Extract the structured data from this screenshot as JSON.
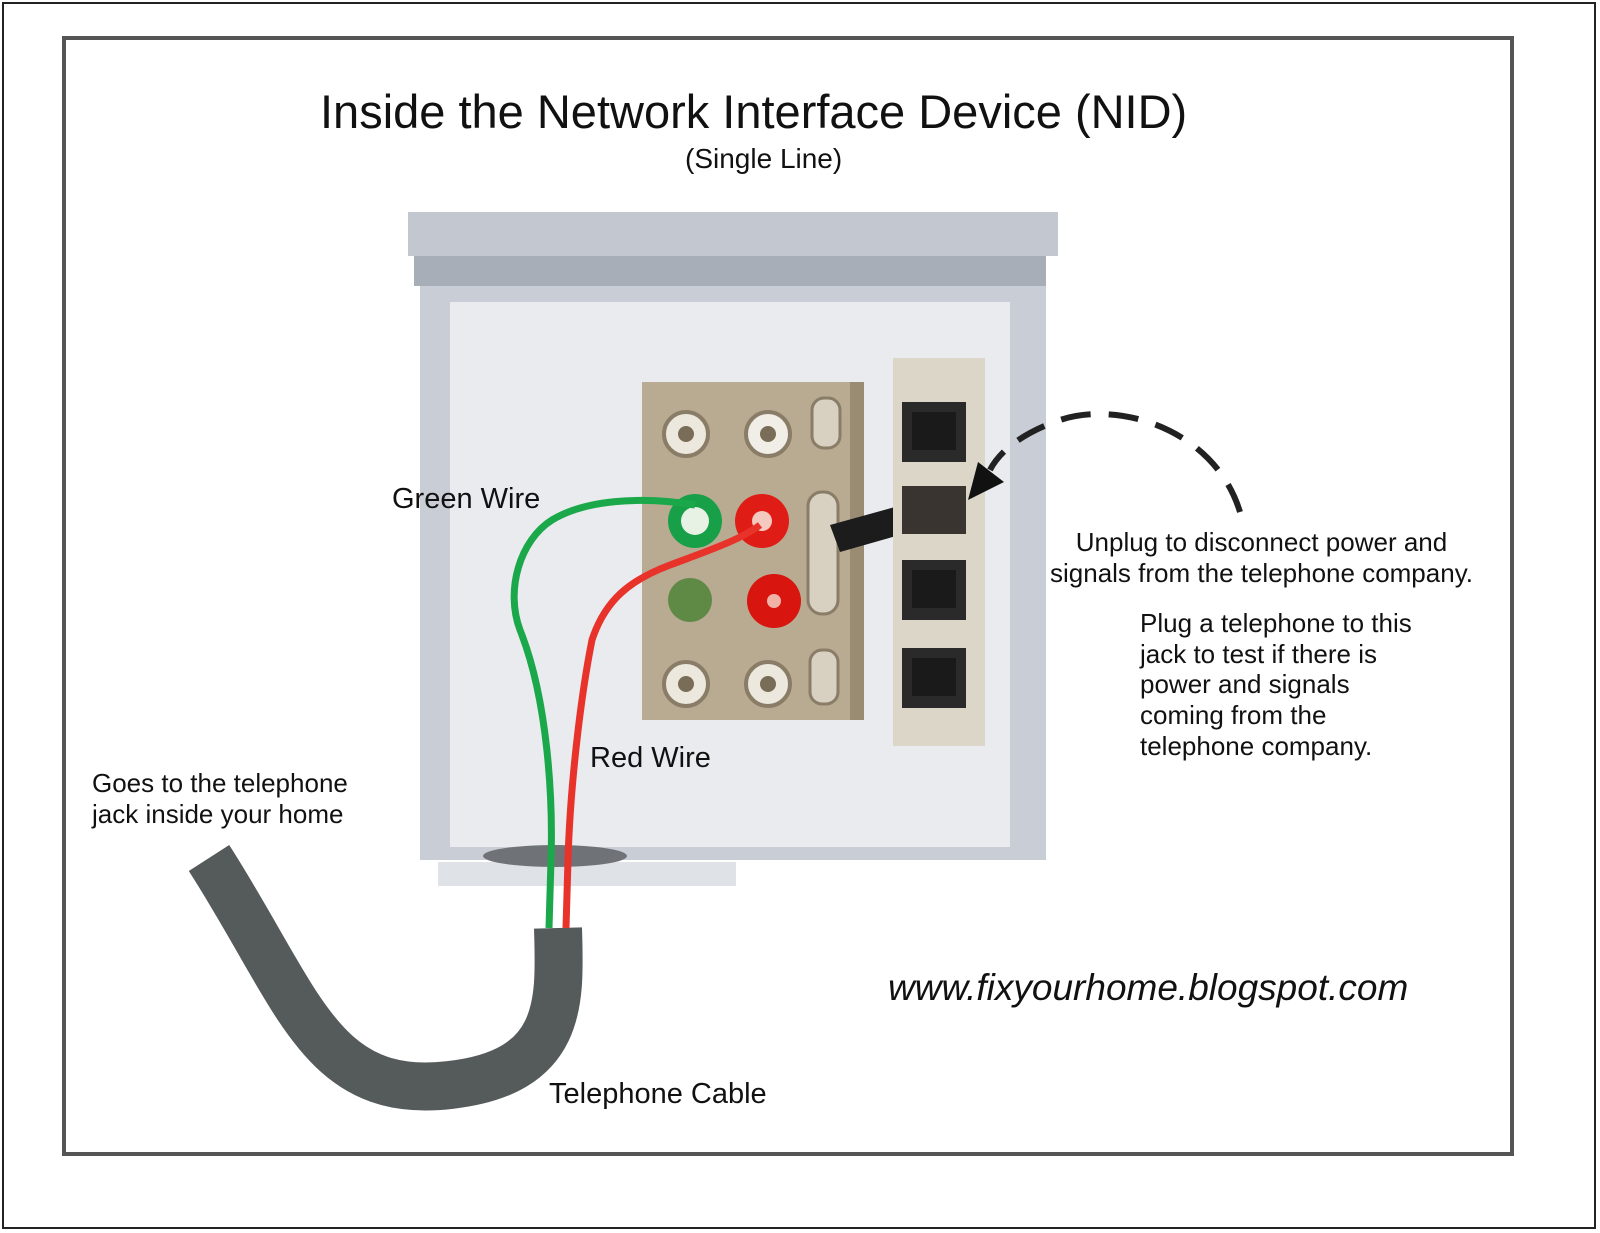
{
  "diagram": {
    "title": "Inside the Network Interface Device (NID)",
    "subtitle": "(Single Line)",
    "labels": {
      "green_wire": "Green Wire",
      "red_wire": "Red Wire",
      "home_jack": "Goes to the telephone\njack inside your home",
      "unplug": "Unplug to disconnect power and\nsignals from the telephone company.",
      "plug_test": "Plug a telephone to this\njack   to test if there is\npower and signals\ncoming from the\ntelephone company.",
      "cable": "Telephone Cable",
      "website": "www.fixyourhome.blogspot.com"
    }
  },
  "colors": {
    "green_wire": "#1aa84a",
    "red_wire": "#e8332a",
    "cable": "#555a5a",
    "box": "#c9ced6"
  }
}
